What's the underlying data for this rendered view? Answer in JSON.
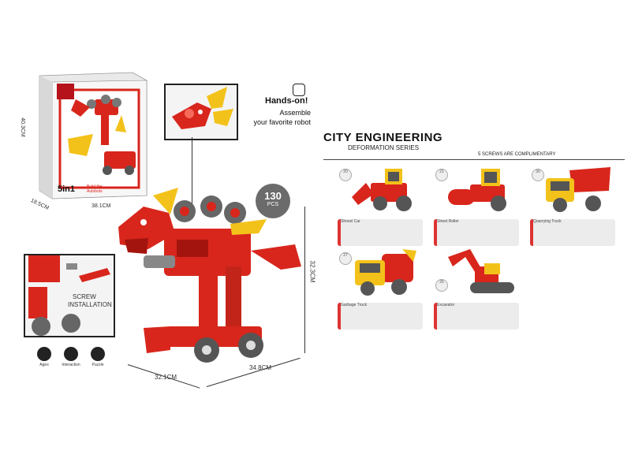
{
  "box": {
    "dims": {
      "height": "40.3CM",
      "width": "38.1CM",
      "depth": "18.5CM"
    },
    "label": "5in1",
    "sub_label": "Build the Autobots"
  },
  "hands_on": {
    "title": "Hands-on!",
    "line1": "Assemble",
    "line2": "your favorite robot"
  },
  "pcs_badge": {
    "count": "130",
    "unit": "PCS"
  },
  "screw_callout": {
    "line1": "SCREW",
    "line2": "INSTALLATION"
  },
  "robot_dims": {
    "height": "32.3CM",
    "width": "32.1CM",
    "depth": "34.8CM"
  },
  "features": [
    {
      "icon": "age-icon",
      "label": "Ages"
    },
    {
      "icon": "interaction-icon",
      "label": "Interaction"
    },
    {
      "icon": "puzzle-icon",
      "label": "Puzzle"
    }
  ],
  "series": {
    "title": "CITY ENGINEERING",
    "subtitle": "DEFORMATION SERIES",
    "note": "5 SCREWS ARE COMPLIMENTARY"
  },
  "vehicles": [
    {
      "name": "Shovel Car",
      "pcs": "20"
    },
    {
      "name": "Street Roller",
      "pcs": "21"
    },
    {
      "name": "Quarrying Truck",
      "pcs": "30"
    },
    {
      "name": "Garbage Truck",
      "pcs": "27"
    },
    {
      "name": "Excavator",
      "pcs": "26"
    }
  ],
  "colors": {
    "red": "#d8261c",
    "dark_red": "#a3140f",
    "yellow": "#f3c21a",
    "grey": "#8a8a8a",
    "dark": "#333333"
  }
}
